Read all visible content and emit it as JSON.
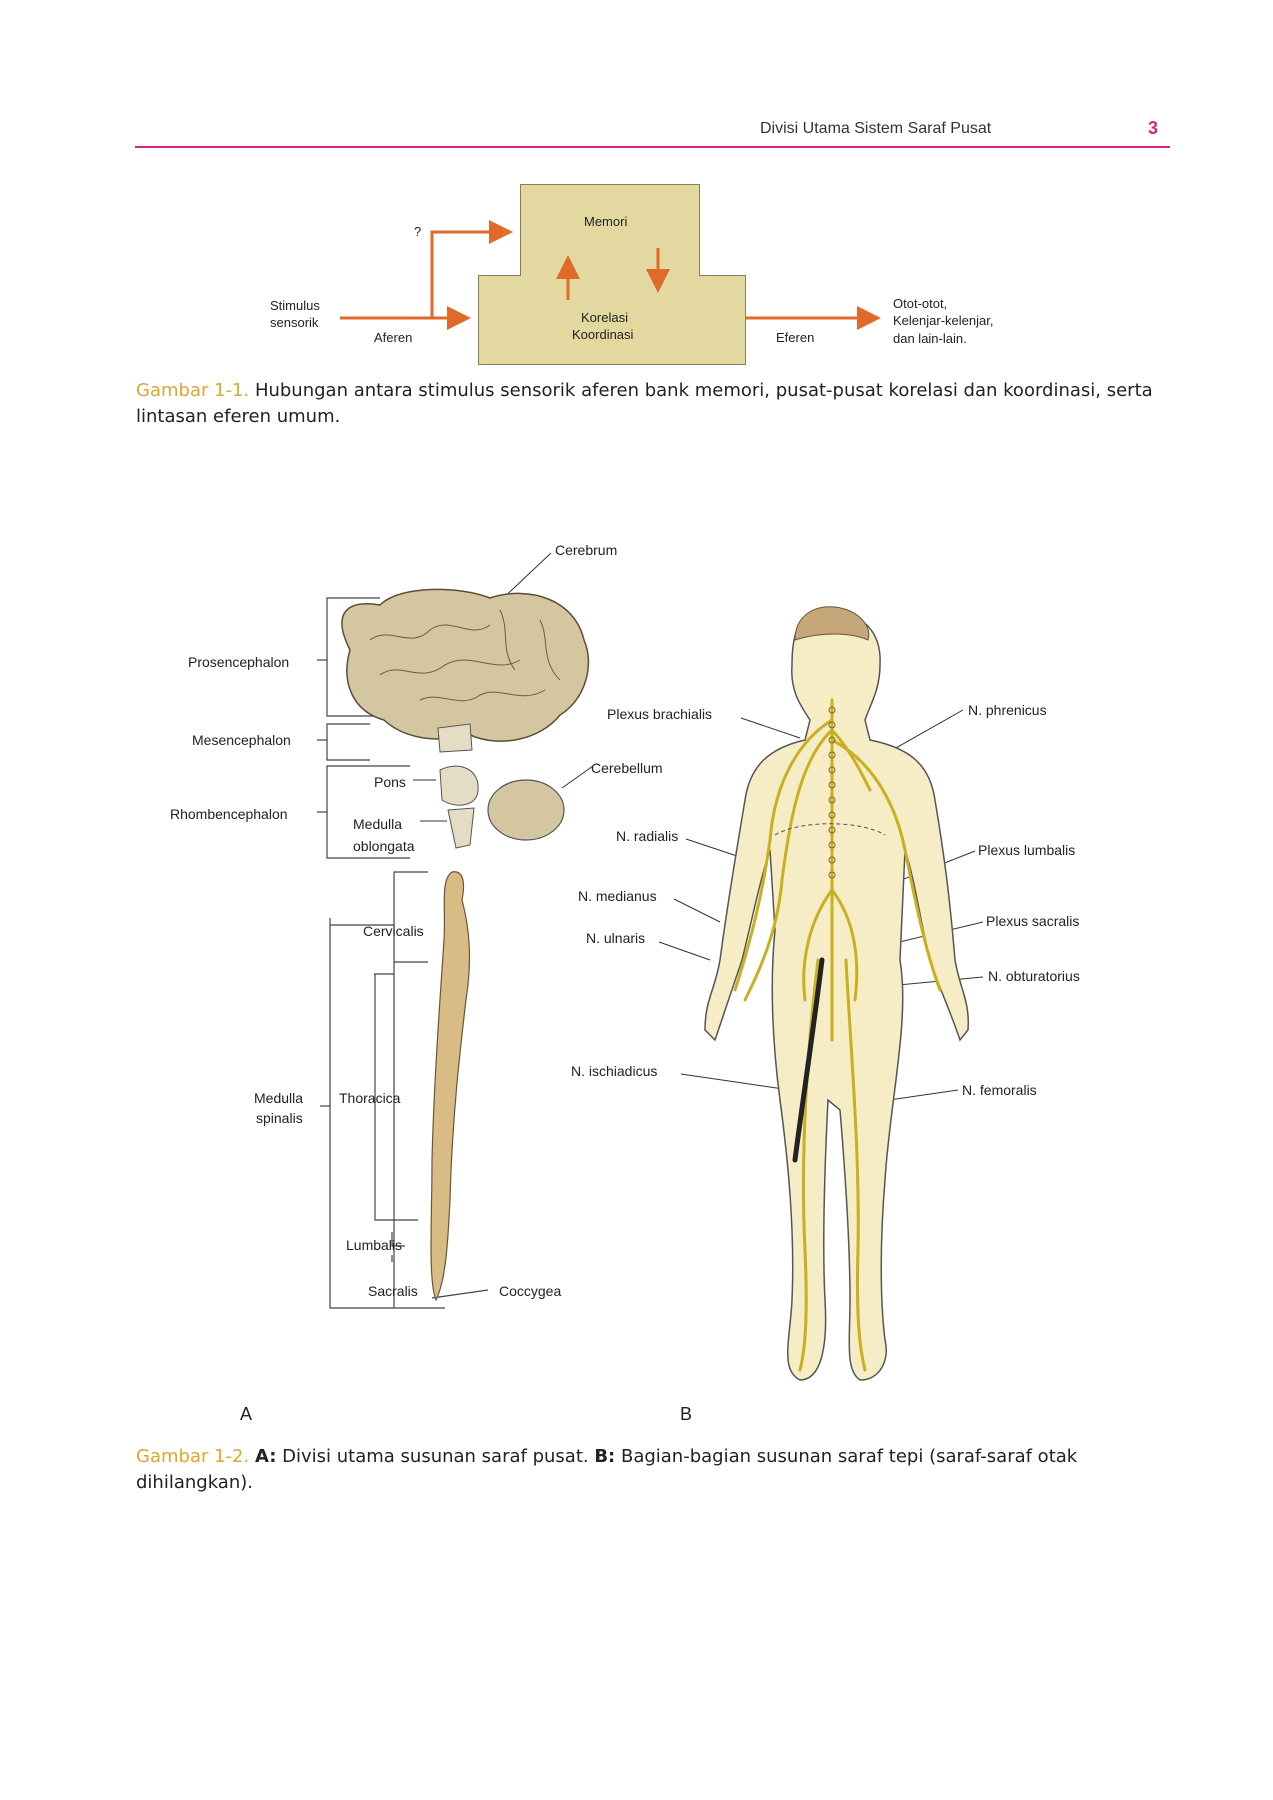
{
  "header": {
    "title": "Divisi Utama Sistem Saraf Pusat",
    "page_number": "3"
  },
  "figure1": {
    "question_mark": "?",
    "memory_box": "Memori",
    "correlation_line1": "Korelasi",
    "correlation_line2": "Koordinasi",
    "stimulus_line1": "Stimulus",
    "stimulus_line2": "sensorik",
    "afferent": "Aferen",
    "efferent": "Eferen",
    "output_line1": "Otot-otot,",
    "output_line2": "Kelenjar-kelenjar,",
    "output_line3": "dan lain-lain.",
    "caption_key": "Gambar 1-1.",
    "caption_text": " Hubungan antara stimulus sensorik aferen bank memori, pusat-pusat korelasi dan koordinasi, serta lintasan eferen umum."
  },
  "figure2": {
    "panel_a": {
      "cerebrum": "Cerebrum",
      "prosencephalon": "Prosencephalon",
      "mesencephalon": "Mesencephalon",
      "rhombencephalon": "Rhombencephalon",
      "pons": "Pons",
      "medulla_oblongata_1": "Medulla",
      "medulla_oblongata_2": "oblongata",
      "cerebellum": "Cerebellum",
      "cervicalis": "Cervicalis",
      "medulla_spinalis_1": "Medulla",
      "medulla_spinalis_2": "spinalis",
      "thoracica": "Thoracica",
      "lumbalis": "Lumbalis",
      "sacralis": "Sacralis",
      "coccygea": "Coccygea",
      "letter": "A"
    },
    "panel_b": {
      "plexus_brachialis": "Plexus brachialis",
      "n_phrenicus": "N. phrenicus",
      "n_radialis": "N. radialis",
      "plexus_lumbalis": "Plexus lumbalis",
      "n_medianus": "N. medianus",
      "plexus_sacralis": "Plexus sacralis",
      "n_ulnaris": "N. ulnaris",
      "n_obturatorius": "N. obturatorius",
      "n_ischiadicus": "N. ischiadicus",
      "n_femoralis": "N. femoralis",
      "letter": "B"
    },
    "caption_key": "Gambar 1-2.",
    "caption_a_key": "A:",
    "caption_a_text": " Divisi utama susunan saraf pusat. ",
    "caption_b_key": "B:",
    "caption_b_text": " Bagian-bagian susunan saraf tepi (saraf-saraf otak dihilangkan)."
  },
  "colors": {
    "accent": "#d6287b",
    "caption_key": "#e2a62e",
    "arrow": "#e06a2a",
    "box": "#e2d8a0",
    "nerve": "#f4e34a",
    "body": "#f6ecc6"
  }
}
